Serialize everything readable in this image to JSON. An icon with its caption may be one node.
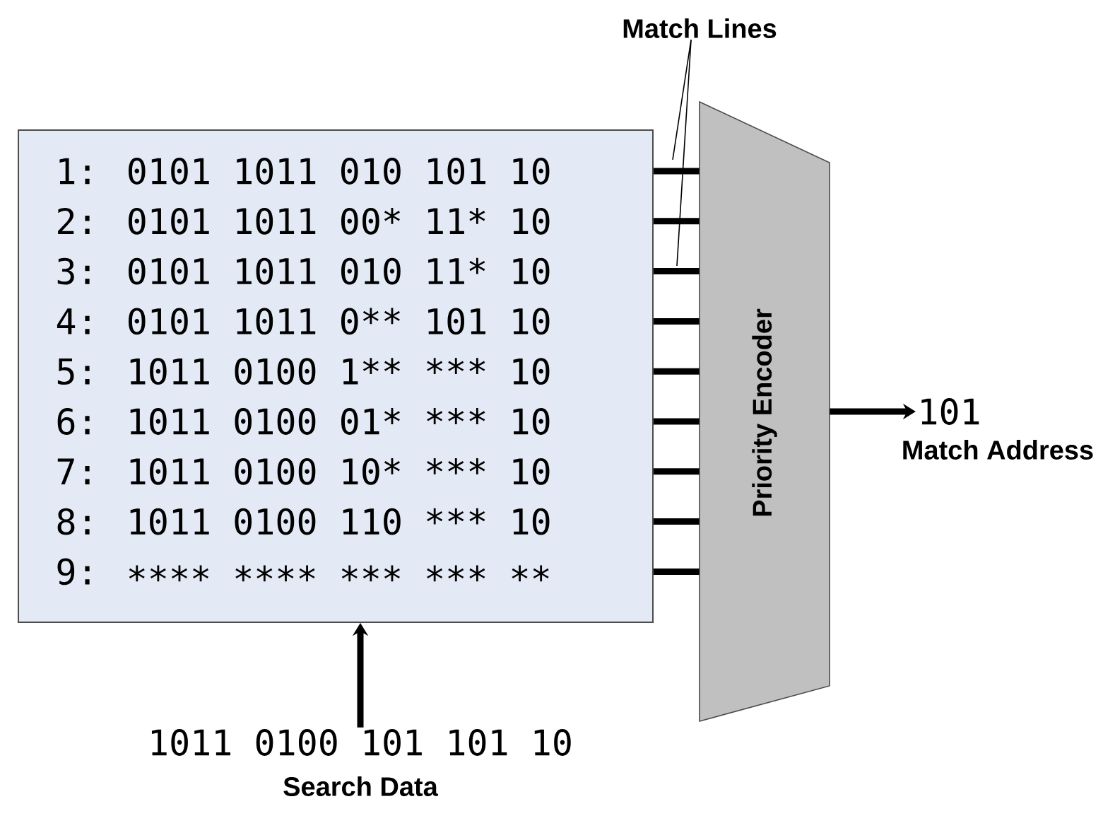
{
  "diagram": {
    "nodes": [
      {
        "text": [
          "1: 0101 1011 010 101 10",
          "2: 0101 1011 00* 11* 10",
          "3: 0101 1011 010 11* 10",
          "4: 0101 1011 0** 101 10",
          "5: 1011 0100 1** *** 10",
          "6: 1011 0100 01* *** 10",
          "7: 1011 0100 10* *** 10",
          "8: 1011 0100 110 *** 10",
          "9: ∗∗∗∗ ∗∗∗∗ ∗∗∗ ∗∗∗ ∗∗"
        ]
      },
      {
        "text": [
          "Priority Encoder"
        ]
      },
      {
        "text": [
          "Match Lines"
        ]
      },
      {
        "text": [
          "101",
          "Match Address"
        ]
      },
      {
        "text": [
          "1011 0100 101 101 10",
          "Search Data"
        ]
      }
    ],
    "edges": [
      {
        "from": 0,
        "to": 1,
        "arrow": "none"
      },
      {
        "from": 0,
        "to": 1,
        "arrow": "none"
      },
      {
        "from": 0,
        "to": 1,
        "arrow": "none"
      },
      {
        "from": 0,
        "to": 1,
        "arrow": "none"
      },
      {
        "from": 0,
        "to": 1,
        "arrow": "none"
      },
      {
        "from": 0,
        "to": 1,
        "arrow": "none"
      },
      {
        "from": 0,
        "to": 1,
        "arrow": "none"
      },
      {
        "from": 0,
        "to": 1,
        "arrow": "none"
      },
      {
        "from": 0,
        "to": 1,
        "arrow": "none"
      },
      {
        "from": 2,
        "to": null,
        "arrow": "none"
      },
      {
        "from": 2,
        "to": null,
        "arrow": "none"
      },
      {
        "from": 1,
        "to": 3,
        "arrow": "to"
      },
      {
        "from": 4,
        "to": 0,
        "arrow": "to"
      }
    ]
  }
}
